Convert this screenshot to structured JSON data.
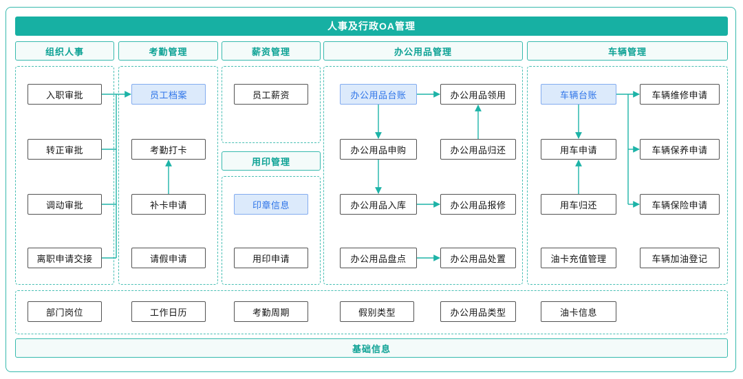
{
  "title": "人事及行政OA管理",
  "footer": "基础信息",
  "columns": {
    "org": {
      "header": "组织人事",
      "nodes": [
        "入职审批",
        "转正审批",
        "调动审批",
        "离职申请交接"
      ]
    },
    "attendance": {
      "header": "考勤管理",
      "nodes": [
        "员工档案",
        "考勤打卡",
        "补卡申请",
        "请假申请"
      ]
    },
    "salary": {
      "header": "薪资管理",
      "nodes": [
        "员工薪资"
      ]
    },
    "seal": {
      "header": "用印管理",
      "nodes": [
        "印章信息",
        "用印申请"
      ]
    },
    "supplies": {
      "header": "办公用品管理",
      "left_nodes": [
        "办公用品台账",
        "办公用品申购",
        "办公用品入库",
        "办公用品盘点"
      ],
      "right_nodes": [
        "办公用品领用",
        "办公用品归还",
        "办公用品报修",
        "办公用品处置"
      ]
    },
    "vehicle": {
      "header": "车辆管理",
      "left_nodes": [
        "车辆台账",
        "用车申请",
        "用车归还",
        "油卡充值管理"
      ],
      "right_nodes": [
        "车辆维修申请",
        "车辆保养申请",
        "车辆保险申请",
        "车辆加油登记"
      ]
    },
    "base": {
      "nodes": [
        "部门岗位",
        "工作日历",
        "考勤周期",
        "假别类型",
        "办公用品类型",
        "油卡信息"
      ]
    }
  },
  "highlighted_nodes": [
    "员工档案",
    "印章信息",
    "办公用品台账",
    "车辆台账"
  ],
  "colors": {
    "accent_teal": "#17b0a3",
    "dashed_border": "#46beb3",
    "highlight_text": "#2e74e8",
    "highlight_bg": "#dceafb",
    "node_border": "#515151"
  },
  "edges": [
    {
      "from": "入职审批",
      "to": "员工档案"
    },
    {
      "from": "转正审批",
      "to": "员工档案"
    },
    {
      "from": "调动审批",
      "to": "员工档案"
    },
    {
      "from": "离职申请交接",
      "to": "员工档案"
    },
    {
      "from": "补卡申请",
      "to": "考勤打卡"
    },
    {
      "from": "办公用品台账",
      "to": "办公用品领用"
    },
    {
      "from": "办公用品台账",
      "to": "办公用品申购"
    },
    {
      "from": "办公用品申购",
      "to": "办公用品入库"
    },
    {
      "from": "办公用品归还",
      "to": "办公用品领用"
    },
    {
      "from": "办公用品入库",
      "to": "办公用品报修"
    },
    {
      "from": "办公用品盘点",
      "to": "办公用品处置"
    },
    {
      "from": "车辆台账",
      "to": "用车申请"
    },
    {
      "from": "用车归还",
      "to": "用车申请"
    },
    {
      "from": "车辆台账",
      "to": "车辆维修申请"
    },
    {
      "from": "车辆台账",
      "to": "车辆保养申请"
    },
    {
      "from": "车辆台账",
      "to": "车辆保险申请"
    }
  ]
}
